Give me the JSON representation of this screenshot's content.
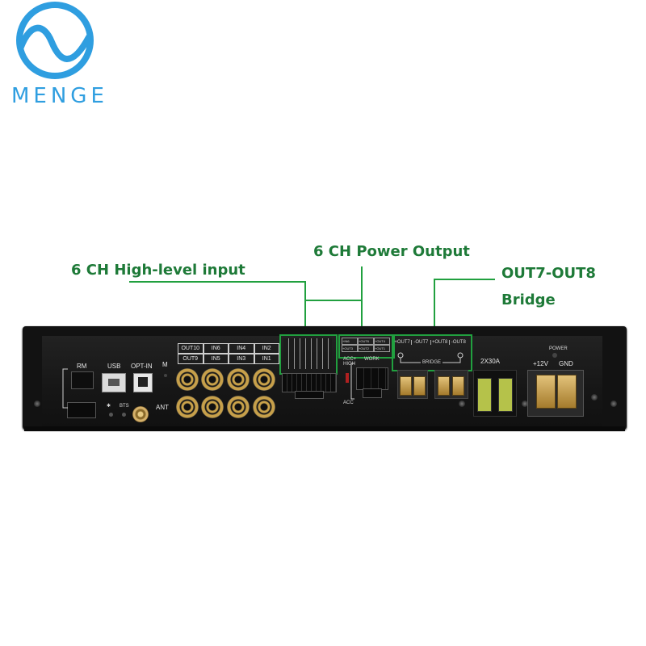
{
  "logo": {
    "text": "MENGE",
    "brand_color": "#2f9ee0"
  },
  "callouts": {
    "high_level_input": "6 CH High-level input",
    "power_output": "6 CH Power Output",
    "bridge_line1": "OUT7-OUT8",
    "bridge_line2": "Bridge",
    "callout_color": "#1e7a38",
    "box_color": "#21a03f"
  },
  "panel": {
    "rm": "RM",
    "usb": "USB",
    "opt_in": "OPT-IN",
    "m": "M",
    "ant": "ANT",
    "bts": "BTS",
    "inputs_row1": [
      "OUT10",
      "IN6",
      "IN4",
      "IN2"
    ],
    "inputs_row2": [
      "OUT9",
      "IN5",
      "IN3",
      "IN1"
    ],
    "acc_high": "ACC+ HIGH",
    "acc": "ACC",
    "work": "WORK",
    "power_out_row1": [
      "+IN6",
      "+OUT6",
      "+OUT4",
      "+OUT3",
      "+OUT2",
      "+OUT1"
    ],
    "bridge_outputs": [
      "+OUT7",
      "-OUT7",
      "+OUT8",
      "-OUT8"
    ],
    "bridge": "BRIDGE",
    "fuse_rating": "2X30A",
    "power": "POWER",
    "plus12v": "+12V",
    "gnd": "GND"
  }
}
